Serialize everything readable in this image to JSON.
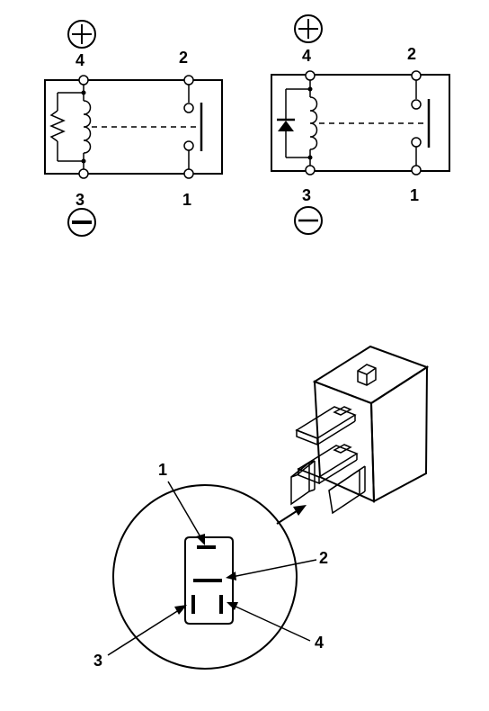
{
  "diagram_a": {
    "top_left_label": "4",
    "top_right_label": "2",
    "bottom_left_label": "3",
    "bottom_right_label": "1",
    "plus_symbol": "plus-circle-icon",
    "minus_symbol": "minus-circle-icon",
    "suppressor": "resistor"
  },
  "diagram_b": {
    "top_left_label": "4",
    "top_right_label": "2",
    "bottom_left_label": "3",
    "bottom_right_label": "1",
    "plus_symbol": "plus-circle-icon",
    "minus_symbol": "minus-circle-icon",
    "suppressor": "diode"
  },
  "connector_callouts": {
    "pin1": "1",
    "pin2": "2",
    "pin3": "3",
    "pin4": "4"
  }
}
